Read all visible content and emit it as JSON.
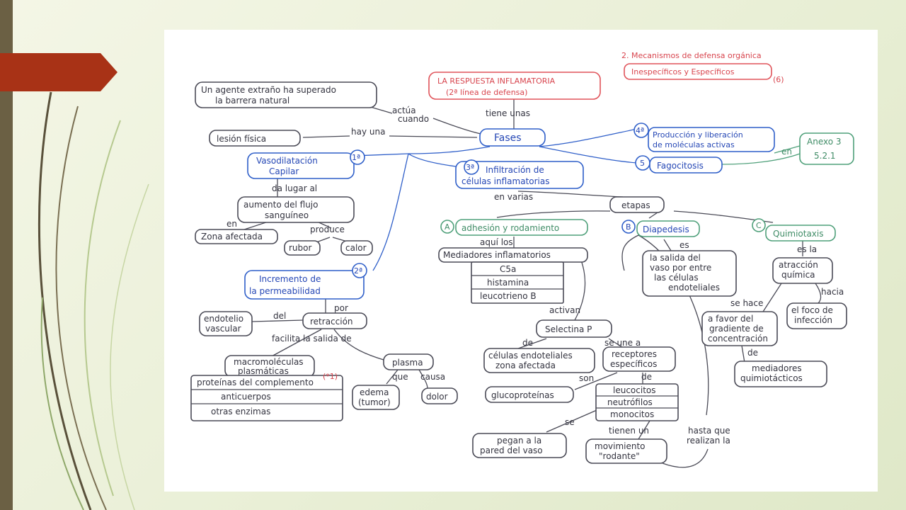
{
  "header": {
    "section_title": "2. Mecanismos de defensa orgánica",
    "subtitle": "Inespecíficos y Específicos",
    "page_ref": "(6)"
  },
  "central": {
    "line1": "LA RESPUESTA INFLAMATORIA",
    "line2": "(2ª línea de defensa)"
  },
  "top_left": {
    "agent_line1": "Un agente extraño ha superado",
    "agent_line2": "la barrera natural",
    "conn_actua": "actúa",
    "conn_cuando": "cuando",
    "conn_hay_una": "hay una",
    "lesion": "lesión física",
    "conn_tiene_unas": "tiene unas",
    "fases": "Fases"
  },
  "phase1": {
    "num": "1ª",
    "line1": "Vasodilatación",
    "line2": "Capilar",
    "conn_da_lugar": "da lugar al",
    "aumento_line1": "aumento del flujo",
    "aumento_line2": "sanguíneo",
    "conn_en": "en",
    "zona": "Zona afectada",
    "conn_produce": "produce",
    "rubor": "rubor",
    "calor": "calor"
  },
  "phase2": {
    "num": "2ª",
    "line1": "Incremento de",
    "line2": "la permeabilidad",
    "conn_por": "por",
    "retraccion": "retracción",
    "conn_del": "del",
    "endotelio_line1": "endotelio",
    "endotelio_line2": "vascular",
    "conn_facilita": "facilita la salida de",
    "macro_line1": "macromoléculas",
    "macro_line2": "plasmáticas",
    "list": [
      "proteínas del complemento",
      "anticuerpos",
      "otras enzimas"
    ],
    "list_note": "(*1)",
    "plasma": "plasma",
    "conn_que": "que",
    "conn_causa": "causa",
    "edema_line1": "edema",
    "edema_line2": "(tumor)",
    "dolor": "dolor"
  },
  "phase3": {
    "num": "3ª",
    "line1": "Infiltración de",
    "line2": "células inflamatorias",
    "conn_en_varias": "en varias",
    "etapas": "etapas",
    "a_letter": "A",
    "a_label": "adhesión y rodamiento",
    "conn_aqui_los": "aquí los",
    "mediadores_title": "Mediadores inflamatorios",
    "mediadores_list": [
      "C5a",
      "histamina",
      "leucotrieno B"
    ],
    "conn_activan": "activan",
    "selectina": "Selectina P",
    "conn_de": "de",
    "celulas_line1": "células endoteliales",
    "celulas_line2": "zona afectada",
    "conn_se_une_a": "se une a",
    "receptores_line1": "receptores",
    "receptores_line2": "específicos",
    "conn_son": "son",
    "glucoproteinas": "glucoproteínas",
    "conn_de2": "de",
    "leucocitos": [
      "leucocitos",
      "neutrófilos",
      "monocitos"
    ],
    "conn_se": "se",
    "pegan_line1": "pegan a la",
    "pegan_line2": "pared del vaso",
    "conn_tienen_un": "tienen un",
    "movimiento_line1": "movimiento",
    "movimiento_line2": "\"rodante\"",
    "hasta_line1": "hasta que",
    "hasta_line2": "realizan la",
    "b_letter": "B",
    "b_label": "Diapedesis",
    "conn_es": "es",
    "salida_lines": [
      "la salida del",
      "vaso por entre",
      "las células",
      "endoteliales"
    ],
    "c_letter": "C",
    "c_label": "Quimiotaxis",
    "conn_es_la": "es la",
    "atraccion_line1": "atracción",
    "atraccion_line2": "química",
    "conn_hacia": "hacia",
    "foco_line1": "el foco de",
    "foco_line2": "infección",
    "conn_se_hace": "se hace",
    "favor_lines": [
      "a favor del",
      "gradiente de",
      "concentración"
    ],
    "conn_de3": "de",
    "quimio_line1": "mediadores",
    "quimio_line2": "quimiotácticos"
  },
  "phase4": {
    "num": "4ª",
    "line1": "Producción y liberación",
    "line2": "de moléculas activas",
    "conn_en": "en",
    "anexo_line1": "Anexo 3",
    "anexo_line2": "5.2.1"
  },
  "phase5": {
    "num": "5",
    "label": "Fagocitosis"
  }
}
